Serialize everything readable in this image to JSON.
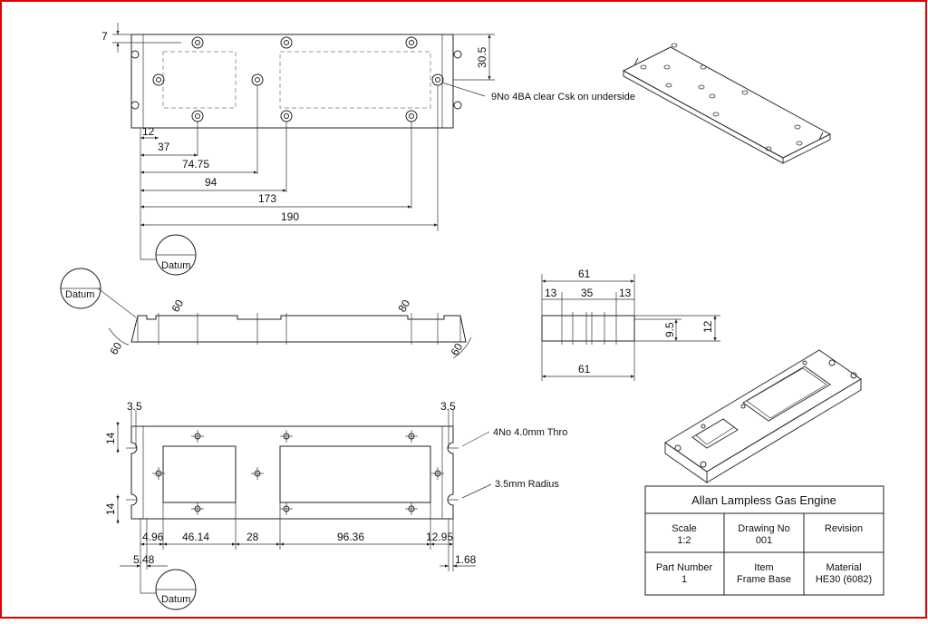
{
  "top_view": {
    "dims": [
      "7",
      "30.5",
      "12",
      "37",
      "74.75",
      "94",
      "173",
      "190"
    ],
    "note": "9No 4BA clear Csk on underside",
    "datum": "Datum"
  },
  "side_view": {
    "datum": "Datum",
    "angles": [
      "60",
      "80",
      "60",
      "60"
    ]
  },
  "end_view": {
    "dims": [
      "61",
      "13",
      "35",
      "13",
      "9.5",
      "12",
      "61"
    ]
  },
  "bottom_view": {
    "dims": [
      "3.5",
      "3.5",
      "14",
      "14",
      "4.96",
      "46.14",
      "28",
      "96.36",
      "12.95",
      "5.48",
      "1.68"
    ],
    "notes": [
      "4No 4.0mm Thro",
      "3.5mm Radius"
    ],
    "datum": "Datum"
  },
  "title_block": {
    "title": "Allan Lampless Gas Engine",
    "scale_label": "Scale",
    "scale_value": "1:2",
    "drawing_no_label": "Drawing No",
    "drawing_no_value": "001",
    "revision_label": "Revision",
    "part_number_label": "Part Number",
    "part_number_value": "1",
    "item_label": "Item",
    "item_value": "Frame Base",
    "material_label": "Material",
    "material_value": "HE30 (6082)"
  },
  "colors": {
    "border": "#e00000",
    "line": "#222222",
    "hidden": "#999999"
  }
}
